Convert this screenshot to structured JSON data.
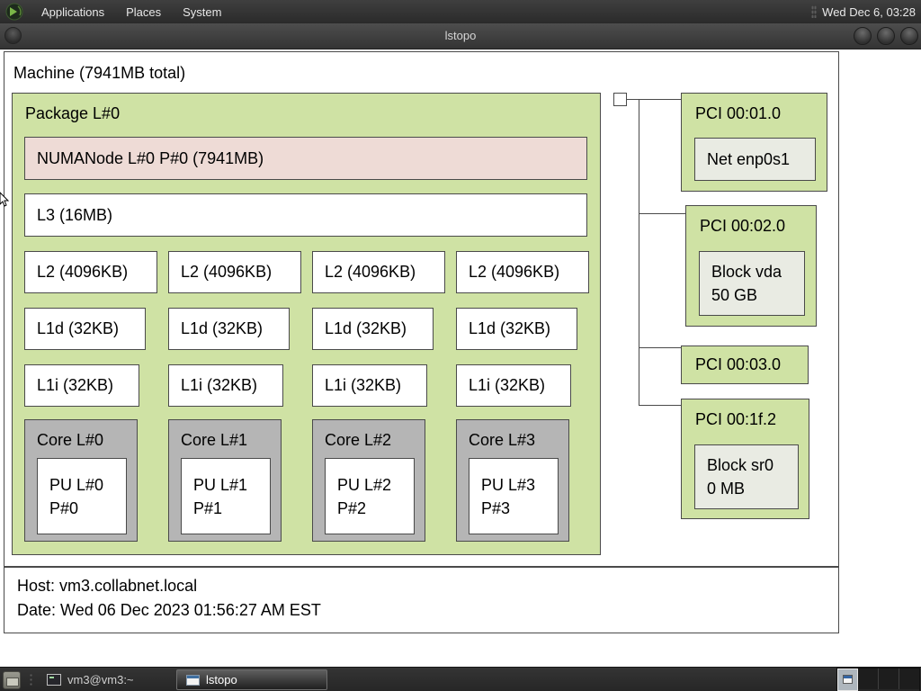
{
  "panel": {
    "menus": [
      "Applications",
      "Places",
      "System"
    ],
    "clock": "Wed Dec 6, 03:28"
  },
  "window": {
    "title": "lstopo"
  },
  "topology": {
    "machine_label": "Machine (7941MB total)",
    "package": {
      "label": "Package L#0",
      "numanode": "NUMANode L#0 P#0 (7941MB)",
      "l3": "L3 (16MB)",
      "l2": [
        "L2 (4096KB)",
        "L2 (4096KB)",
        "L2 (4096KB)",
        "L2 (4096KB)"
      ],
      "l1d": [
        "L1d (32KB)",
        "L1d (32KB)",
        "L1d (32KB)",
        "L1d (32KB)"
      ],
      "l1i": [
        "L1i (32KB)",
        "L1i (32KB)",
        "L1i (32KB)",
        "L1i (32KB)"
      ],
      "cores": [
        {
          "label": "Core L#0",
          "pu": "PU L#0",
          "p": "P#0"
        },
        {
          "label": "Core L#1",
          "pu": "PU L#1",
          "p": "P#1"
        },
        {
          "label": "Core L#2",
          "pu": "PU L#2",
          "p": "P#2"
        },
        {
          "label": "Core L#3",
          "pu": "PU L#3",
          "p": "P#3"
        }
      ]
    },
    "pci": [
      {
        "label": "PCI 00:01.0",
        "device_line1": "Net enp0s1"
      },
      {
        "label": "PCI 00:02.0",
        "device_line1": "Block vda",
        "device_line2": "50 GB"
      },
      {
        "label": "PCI 00:03.0"
      },
      {
        "label": "PCI 00:1f.2",
        "device_line1": "Block sr0",
        "device_line2": "0 MB"
      }
    ],
    "legend": {
      "host": "Host: vm3.collabnet.local",
      "date": "Date: Wed 06 Dec 2023 01:56:27 AM EST"
    }
  },
  "taskbar": {
    "tasks": [
      {
        "label": "vm3@vm3:~"
      },
      {
        "label": "lstopo"
      }
    ],
    "workspaces": 4
  },
  "colors": {
    "package_green": "#cfe2a4",
    "numanode_pink": "#eedbd6",
    "core_gray": "#b5b5b5",
    "device_gray": "#e9ebe3",
    "box_border": "#4a4a4a",
    "panel_dark": "#333333",
    "workspace_active": "#aeb6bd"
  }
}
